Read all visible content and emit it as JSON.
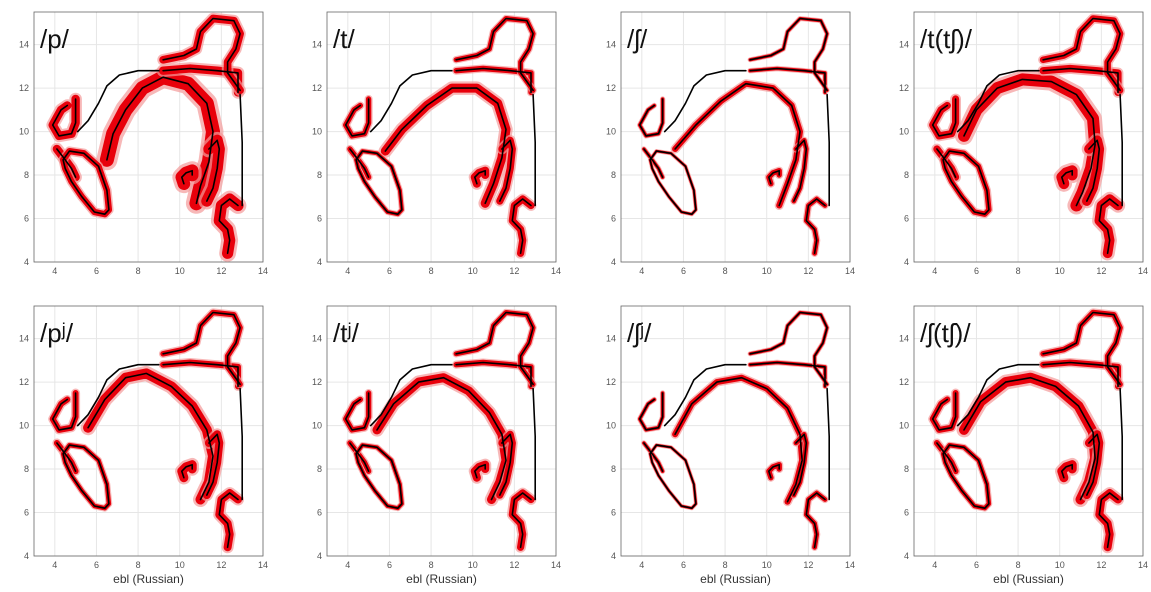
{
  "figure": {
    "panels": [
      {
        "title": "/p/",
        "xlabel": ""
      },
      {
        "title": "/t/",
        "xlabel": ""
      },
      {
        "title": "/ʃ/",
        "xlabel": ""
      },
      {
        "title": "/t(tʃ)/",
        "xlabel": ""
      },
      {
        "title": "/pʲ/",
        "xlabel": "ebl (Russian)"
      },
      {
        "title": "/tʲ/",
        "xlabel": "ebl (Russian)"
      },
      {
        "title": "/ʃʲ/",
        "xlabel": "ebl (Russian)"
      },
      {
        "title": "/ʃ(tʃ)/",
        "xlabel": "ebl (Russian)"
      }
    ],
    "axes": {
      "x_ticks": [
        4,
        6,
        8,
        10,
        12,
        14
      ],
      "y_ticks": [
        4,
        6,
        8,
        10,
        12,
        14
      ],
      "xlim": [
        3,
        14
      ],
      "ylim": [
        4,
        15.5
      ],
      "grid": true
    },
    "colors": {
      "contour": "#000000",
      "variability": "#e8000b",
      "variability_light": "#f39a9a"
    }
  }
}
